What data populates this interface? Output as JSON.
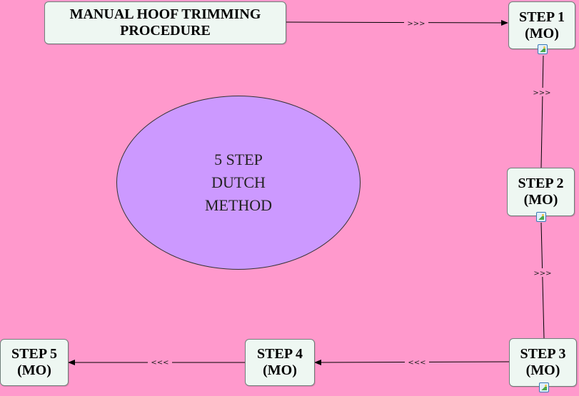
{
  "title_node": {
    "line1": "MANUAL HOOF TRIMMING",
    "line2": "PROCEDURE"
  },
  "center": {
    "line1": "5 STEP",
    "line2": "DUTCH",
    "line3": "METHOD"
  },
  "steps": [
    {
      "label": "STEP 1",
      "sub": "(MO)"
    },
    {
      "label": "STEP 2",
      "sub": "(MO)"
    },
    {
      "label": "STEP 3",
      "sub": "(MO)"
    },
    {
      "label": "STEP 4",
      "sub": "(MO)"
    },
    {
      "label": "STEP 5",
      "sub": "(MO)"
    }
  ],
  "connectors": {
    "forward": ">>>",
    "backward": "<<<"
  },
  "colors": {
    "background": "#ff99cc",
    "oval": "#cc99ff",
    "node": "#eef7f2",
    "line": "#000000"
  },
  "icons": {
    "attachment": "image-attachment-icon"
  }
}
